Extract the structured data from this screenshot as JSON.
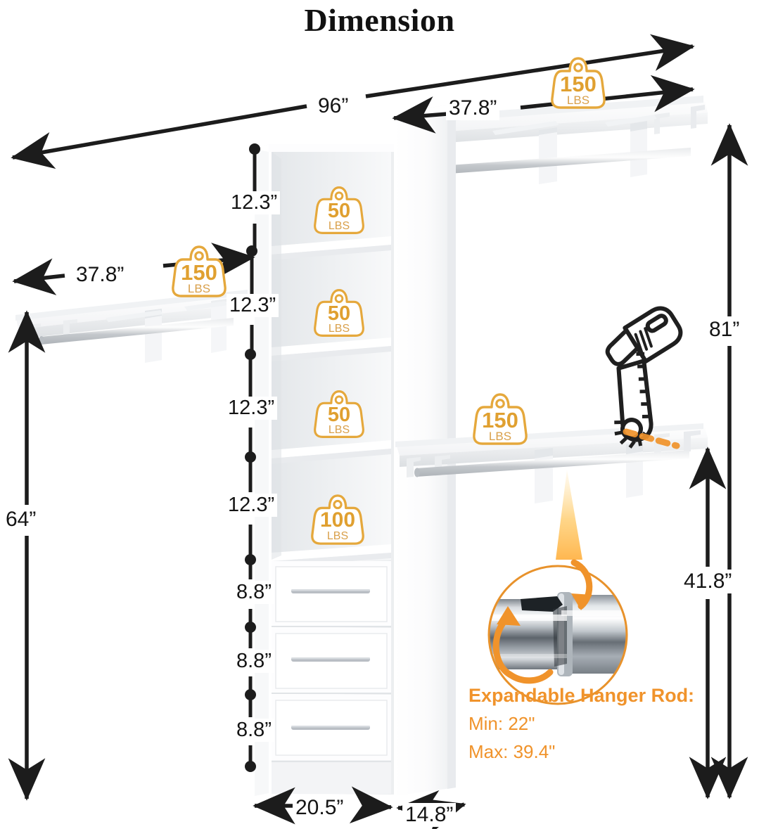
{
  "title": "Dimension",
  "dimensions": {
    "overall_width": "96”",
    "top_right_section_width": "37.8”",
    "left_section_width": "37.8”",
    "overall_height": "81”",
    "left_height": "64”",
    "right_lower_height": "41.8”",
    "shelf_gap_1": "12.3”",
    "shelf_gap_2": "12.3”",
    "shelf_gap_3": "12.3”",
    "shelf_gap_4": "12.3”",
    "drawer_1": "8.8”",
    "drawer_2": "8.8”",
    "drawer_3": "8.8”",
    "base_width": "20.5”",
    "base_depth": "14.8”"
  },
  "weight_badges": [
    {
      "id": "top-right-shelf",
      "value": "150",
      "unit": "LBS"
    },
    {
      "id": "left-shelf",
      "value": "150",
      "unit": "LBS"
    },
    {
      "id": "tower-shelf-1",
      "value": "50",
      "unit": "LBS"
    },
    {
      "id": "tower-shelf-2",
      "value": "50",
      "unit": "LBS"
    },
    {
      "id": "tower-shelf-3",
      "value": "50",
      "unit": "LBS"
    },
    {
      "id": "tower-shelf-4",
      "value": "100",
      "unit": "LBS"
    },
    {
      "id": "right-lower-shelf",
      "value": "150",
      "unit": "LBS"
    }
  ],
  "hanger_rod_callout": {
    "heading": "Expandable Hanger Rod:",
    "min_label": "Min: 22\"",
    "max_label": "Max: 39.4\""
  },
  "icons": {
    "saw": "chainsaw-icon",
    "cut_line": "dashed-cut-line"
  },
  "colors": {
    "accent_orange": "#F0932B",
    "badge_gold": "#E0A030",
    "dimension_black": "#141414",
    "furniture_white": "#FFFFFF",
    "furniture_shadow": "#E6E8EA",
    "rod_chrome": "#C9CDD1"
  }
}
